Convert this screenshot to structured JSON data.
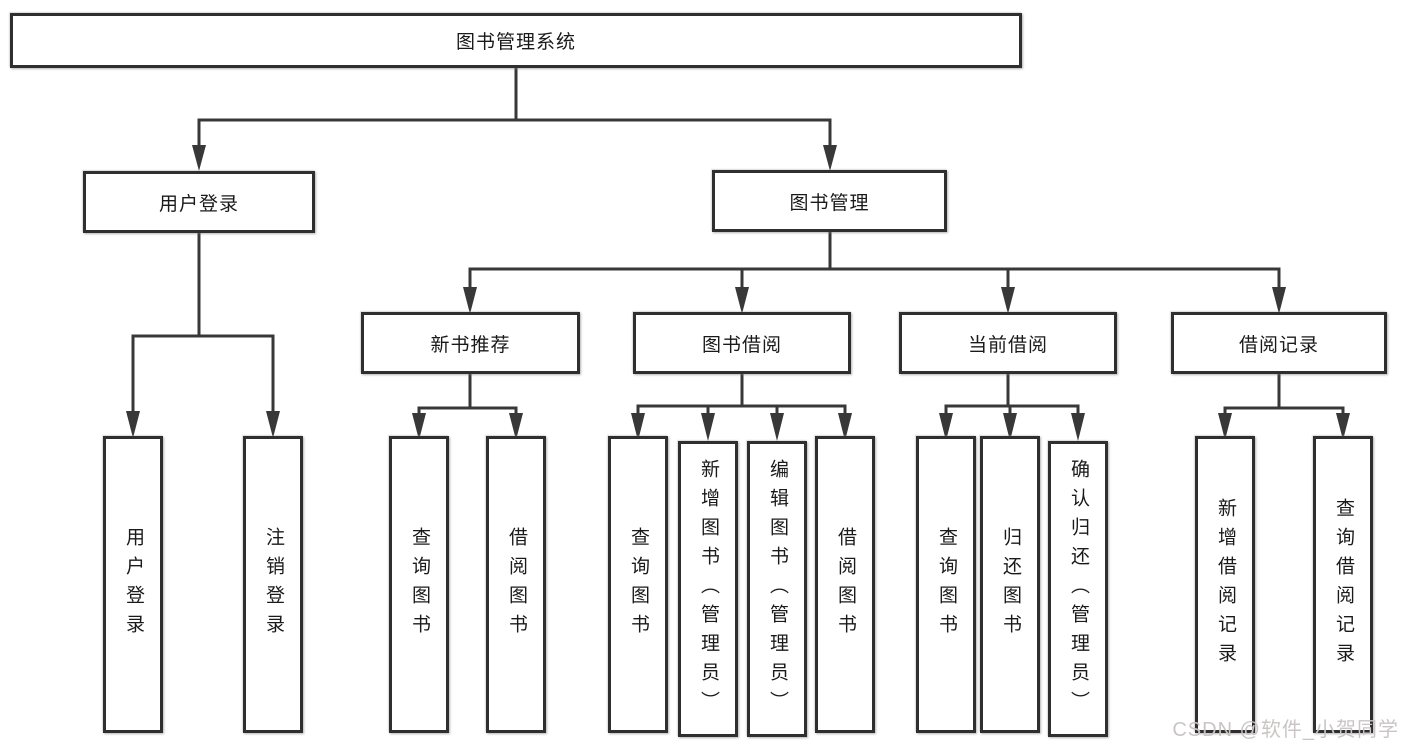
{
  "diagram": {
    "root": {
      "label": "图书管理系统"
    },
    "level2": [
      {
        "label": "用户登录"
      },
      {
        "label": "图书管理"
      }
    ],
    "level3": [
      {
        "label": "新书推荐"
      },
      {
        "label": "图书借阅"
      },
      {
        "label": "当前借阅"
      },
      {
        "label": "借阅记录"
      }
    ],
    "leaves": {
      "user_login": [
        "用户登录",
        "注销登录"
      ],
      "new_book_recommend": [
        "查询图书",
        "借阅图书"
      ],
      "book_borrowing": [
        "查询图书",
        "新增图书（管理员）",
        "编辑图书（管理员）",
        "借阅图书"
      ],
      "current_borrowing": [
        "查询图书",
        "归还图书",
        "确认归还（管理员）"
      ],
      "borrowing_records": [
        "新增借阅记录",
        "查询借阅记录"
      ]
    }
  },
  "watermark": {
    "text": "CSDN @软件_小贺同学"
  },
  "colors": {
    "line": "#383838",
    "box_border": "#2f2f2f",
    "box_fill": "#ffffff",
    "text": "#1a1a1a",
    "watermark": "#c9c5c5"
  }
}
